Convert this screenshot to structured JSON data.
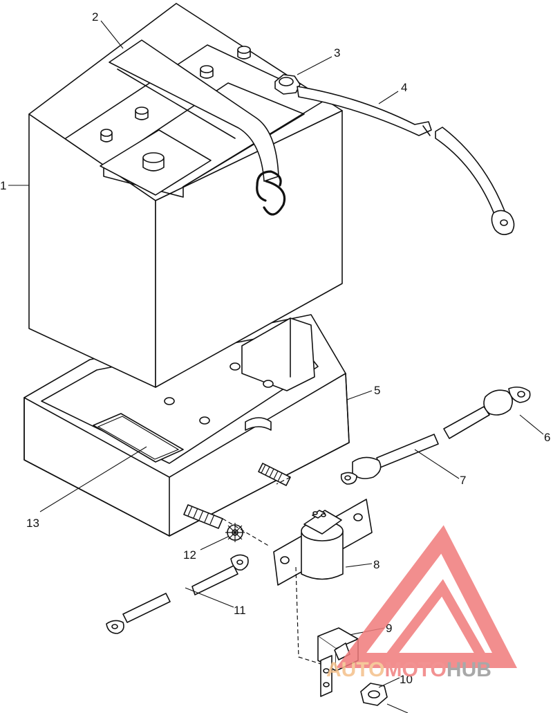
{
  "callouts": [
    {
      "id": "1",
      "text": "1"
    },
    {
      "id": "2",
      "text": "2"
    },
    {
      "id": "3",
      "text": "3"
    },
    {
      "id": "4",
      "text": "4"
    },
    {
      "id": "5",
      "text": "5"
    },
    {
      "id": "6",
      "text": "6"
    },
    {
      "id": "7",
      "text": "7"
    },
    {
      "id": "8",
      "text": "8"
    },
    {
      "id": "9",
      "text": "9"
    },
    {
      "id": "10",
      "text": "10"
    },
    {
      "id": "11",
      "text": "11"
    },
    {
      "id": "12",
      "text": "12"
    },
    {
      "id": "13",
      "text": "13"
    }
  ],
  "watermark": {
    "part1": "AUTO",
    "part2": "MOTO",
    "part3": "HUB",
    "color_auto": "#f4c08a",
    "color_moto": "#f08080",
    "color_hub": "#9a9a9a",
    "logo_color": "#f07b7b"
  }
}
